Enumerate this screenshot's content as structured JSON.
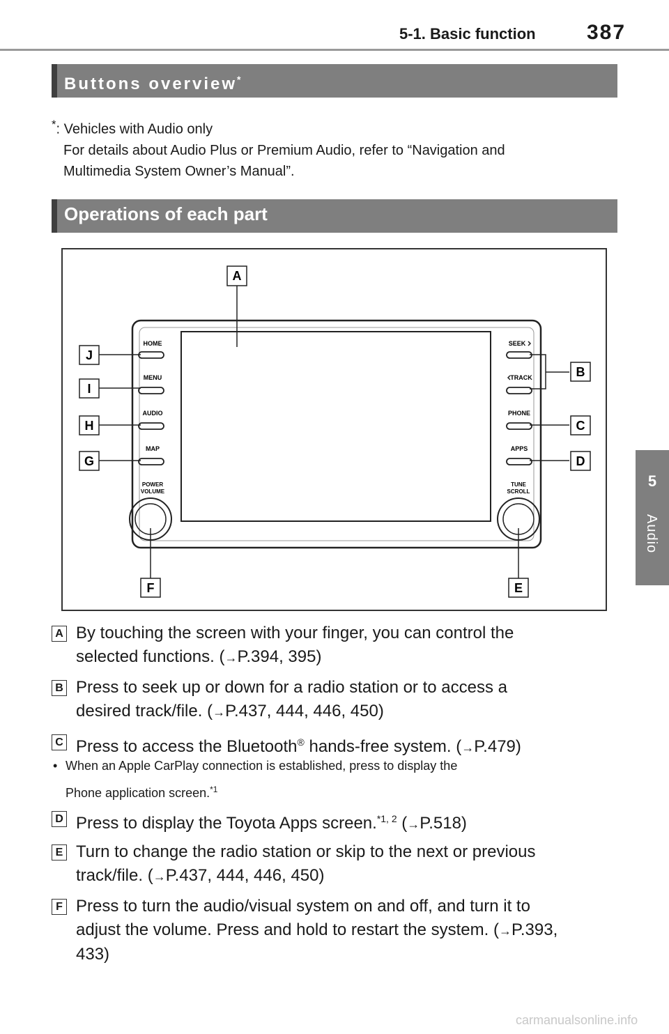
{
  "header": {
    "section": "5-1. Basic function",
    "page_number": "387"
  },
  "side_tab": {
    "number": "5",
    "label": "Audio"
  },
  "section1": {
    "title": "Buttons overview",
    "title_mark": "*"
  },
  "footnote": {
    "mark": "*",
    "line1": ": Vehicles with Audio only",
    "line2": "For details about Audio Plus or Premium Audio, refer to “Navigation and",
    "line3": "Multimedia System Owner’s Manual”."
  },
  "section2": {
    "title": "Operations of each part"
  },
  "figure": {
    "callouts": {
      "A": "A",
      "B": "B",
      "C": "C",
      "D": "D",
      "E": "E",
      "F": "F",
      "G": "G",
      "H": "H",
      "I": "I",
      "J": "J"
    },
    "buttons_left": [
      "HOME",
      "MENU",
      "AUDIO",
      "MAP"
    ],
    "buttons_right": [
      "SEEK",
      "TRACK",
      "PHONE",
      "APPS"
    ],
    "knob_left": [
      "POWER",
      "VOLUME"
    ],
    "knob_right": [
      "TUNE",
      "SCROLL"
    ]
  },
  "descriptions": [
    {
      "badge": "A",
      "text1": "By touching the screen with your finger, you can control the",
      "text2": "selected functions. (",
      "ref": "P.394, 395)"
    },
    {
      "badge": "B",
      "text1": "Press to seek up or down for a radio station or to access a",
      "text2": "desired track/file. (",
      "ref": "P.437, 444, 446, 450)"
    },
    {
      "badge": "C",
      "text1a": "Press to access the Bluetooth",
      "sup": "®",
      "text1b": " hands-free system. (",
      "ref": "P.479)"
    },
    {
      "badge": "D",
      "text1a": "Press to display the Toyota Apps screen.",
      "sup": "*1, 2",
      "text1b": " (",
      "ref": "P.518)"
    },
    {
      "badge": "E",
      "text1": "Turn to change the radio station or skip to the next or previous",
      "text2": "track/file. (",
      "ref": "P.437, 444, 446, 450)"
    },
    {
      "badge": "F",
      "text1": "Press to turn the audio/visual system on and off, and turn it to",
      "text2": "adjust the volume. Press and hold to restart the system. (",
      "ref": "P.393,",
      "text3": "433)"
    }
  ],
  "bullet": {
    "dot": "•",
    "line1": "When an Apple CarPlay connection is established, press to display the",
    "line2": "Phone application screen.",
    "sup": "*1"
  },
  "arrow_glyph": "→",
  "watermark": "carmanualsonline.info"
}
